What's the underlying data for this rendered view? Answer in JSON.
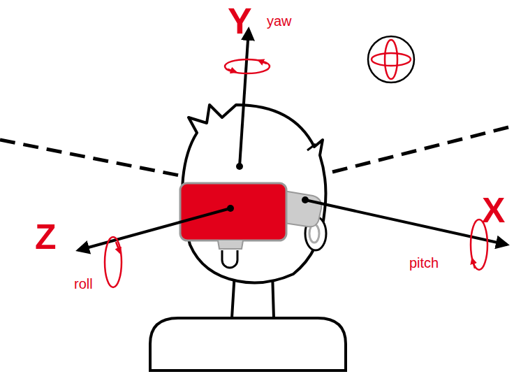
{
  "diagram": {
    "labels": [
      "Y",
      "yaw",
      "Z",
      "roll",
      "X",
      "pitch"
    ]
  }
}
